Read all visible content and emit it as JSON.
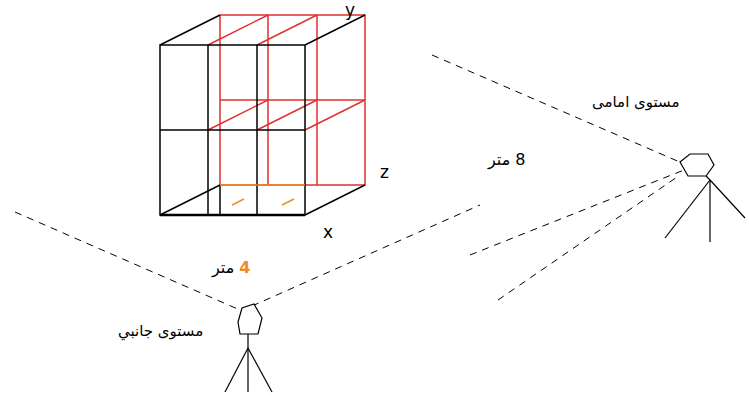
{
  "diagram": {
    "labels": [
      "y",
      "z",
      "x",
      "8 متر",
      "4 متر",
      "مستوی امامی",
      "مستوی جانبي"
    ]
  }
}
